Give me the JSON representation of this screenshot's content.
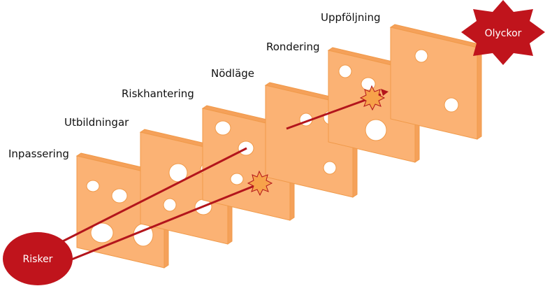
{
  "layers": [
    {
      "label": "Inpassering"
    },
    {
      "label": "Utbildningar"
    },
    {
      "label": "Riskhantering"
    },
    {
      "label": "Nödläge"
    },
    {
      "label": "Rondering"
    },
    {
      "label": "Uppföljning"
    }
  ],
  "source": {
    "label": "Risker"
  },
  "outcome": {
    "label": "Olyckor"
  },
  "colors": {
    "slice_face": "#fbb274",
    "slice_edge": "#f09a4a",
    "slice_side": "#f5a15a",
    "hole": "#ffffff",
    "arrow": "#b3151c",
    "badge": "#c0141c",
    "burst": "#f7a24a"
  }
}
